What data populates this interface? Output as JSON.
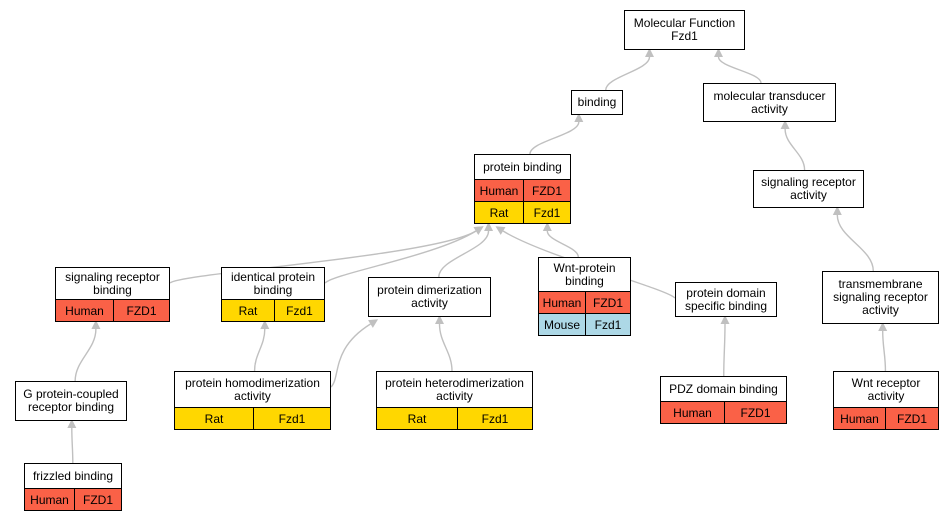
{
  "colors": {
    "Human": "#fa6147",
    "Rat": "#ffd700",
    "Mouse": "#add8e6",
    "edge": "#c0c0c0"
  },
  "nodes": [
    {
      "id": "mf",
      "label": "Molecular Function\nFzd1",
      "annotations": []
    },
    {
      "id": "bind",
      "label": "binding",
      "annotations": []
    },
    {
      "id": "mta",
      "label": "molecular transducer\nactivity",
      "annotations": []
    },
    {
      "id": "pb",
      "label": "protein binding",
      "annotations": [
        {
          "species": "Human",
          "gene": "FZD1"
        },
        {
          "species": "Rat",
          "gene": "Fzd1"
        }
      ]
    },
    {
      "id": "sra",
      "label": "signaling receptor\nactivity",
      "annotations": []
    },
    {
      "id": "srb",
      "label": "signaling receptor\nbinding",
      "annotations": [
        {
          "species": "Human",
          "gene": "FZD1"
        }
      ]
    },
    {
      "id": "ipb",
      "label": "identical protein\nbinding",
      "annotations": [
        {
          "species": "Rat",
          "gene": "Fzd1"
        }
      ]
    },
    {
      "id": "pda",
      "label": "protein dimerization\nactivity",
      "annotations": []
    },
    {
      "id": "wpb",
      "label": "Wnt-protein\nbinding",
      "annotations": [
        {
          "species": "Human",
          "gene": "FZD1"
        },
        {
          "species": "Mouse",
          "gene": "Fzd1"
        }
      ]
    },
    {
      "id": "pdsb",
      "label": "protein domain\nspecific binding",
      "annotations": []
    },
    {
      "id": "tsra",
      "label": "transmembrane\nsignaling receptor\nactivity",
      "annotations": []
    },
    {
      "id": "gpcr",
      "label": "G protein-coupled\nreceptor binding",
      "annotations": []
    },
    {
      "id": "phda",
      "label": "protein homodimerization\nactivity",
      "annotations": [
        {
          "species": "Rat",
          "gene": "Fzd1"
        }
      ]
    },
    {
      "id": "phta",
      "label": "protein heterodimerization\nactivity",
      "annotations": [
        {
          "species": "Rat",
          "gene": "Fzd1"
        }
      ]
    },
    {
      "id": "pdz",
      "label": "PDZ domain binding",
      "annotations": [
        {
          "species": "Human",
          "gene": "FZD1"
        }
      ]
    },
    {
      "id": "wra",
      "label": "Wnt receptor\nactivity",
      "annotations": [
        {
          "species": "Human",
          "gene": "FZD1"
        }
      ]
    },
    {
      "id": "fzb",
      "label": "frizzled binding",
      "annotations": [
        {
          "species": "Human",
          "gene": "FZD1"
        }
      ]
    }
  ],
  "edges": [
    {
      "from": "bind",
      "to": "mf"
    },
    {
      "from": "mta",
      "to": "mf"
    },
    {
      "from": "pb",
      "to": "bind"
    },
    {
      "from": "sra",
      "to": "mta"
    },
    {
      "from": "tsra",
      "to": "sra"
    },
    {
      "from": "wra",
      "to": "tsra"
    },
    {
      "from": "srb",
      "to": "pb"
    },
    {
      "from": "ipb",
      "to": "pb"
    },
    {
      "from": "pda",
      "to": "pb"
    },
    {
      "from": "wpb",
      "to": "pb"
    },
    {
      "from": "pdsb",
      "to": "pb"
    },
    {
      "from": "gpcr",
      "to": "srb"
    },
    {
      "from": "fzb",
      "to": "gpcr"
    },
    {
      "from": "phda",
      "to": "ipb"
    },
    {
      "from": "phda",
      "to": "pda"
    },
    {
      "from": "phta",
      "to": "pda"
    },
    {
      "from": "pdz",
      "to": "pdsb"
    }
  ]
}
